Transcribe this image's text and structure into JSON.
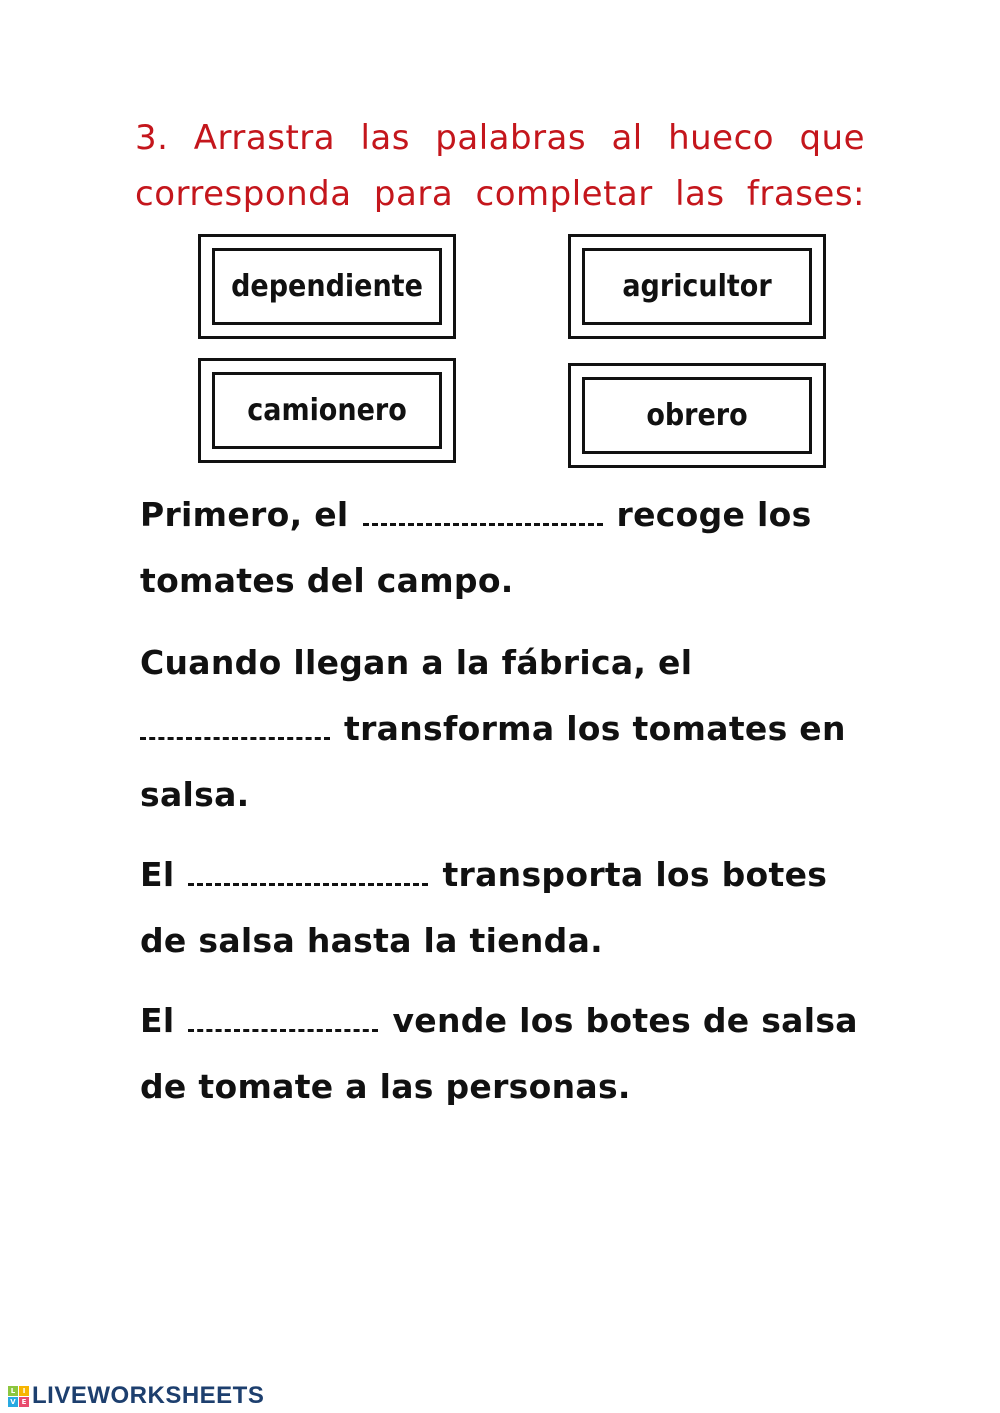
{
  "instruction": {
    "line1": "3. Arrastra las palabras al hueco que",
    "line2": "corresponda para completar las frases:",
    "color": "#c4161c"
  },
  "word_bank": [
    {
      "label": "dependiente"
    },
    {
      "label": "agricultor"
    },
    {
      "label": "camionero"
    },
    {
      "label": "obrero"
    }
  ],
  "sentences": [
    {
      "lines": [
        {
          "before": "Primero, el",
          "gap": true,
          "after": "recoge los"
        },
        {
          "before": "tomates del campo.",
          "gap": false,
          "after": ""
        }
      ]
    },
    {
      "lines": [
        {
          "before": "Cuando llegan a la fábrica, el",
          "gap": false,
          "after": ""
        },
        {
          "before": "",
          "gap": true,
          "after": "transforma los tomates en"
        },
        {
          "before": "salsa.",
          "gap": false,
          "after": ""
        }
      ]
    },
    {
      "lines": [
        {
          "before": "El",
          "gap": true,
          "after": "transporta los botes"
        },
        {
          "before": "de salsa hasta la tienda.",
          "gap": false,
          "after": ""
        }
      ]
    },
    {
      "lines": [
        {
          "before": "El",
          "gap": true,
          "after": "vende los botes de salsa"
        },
        {
          "before": "de tomate a las personas.",
          "gap": false,
          "after": ""
        }
      ]
    }
  ],
  "footer": {
    "logo_text": "LIVEWORKSHEETS",
    "icon_letters": [
      "L",
      "I",
      "V",
      "E"
    ],
    "icon_colors": [
      "#8cc63f",
      "#f7b500",
      "#29a9e1",
      "#e94b6d"
    ]
  }
}
